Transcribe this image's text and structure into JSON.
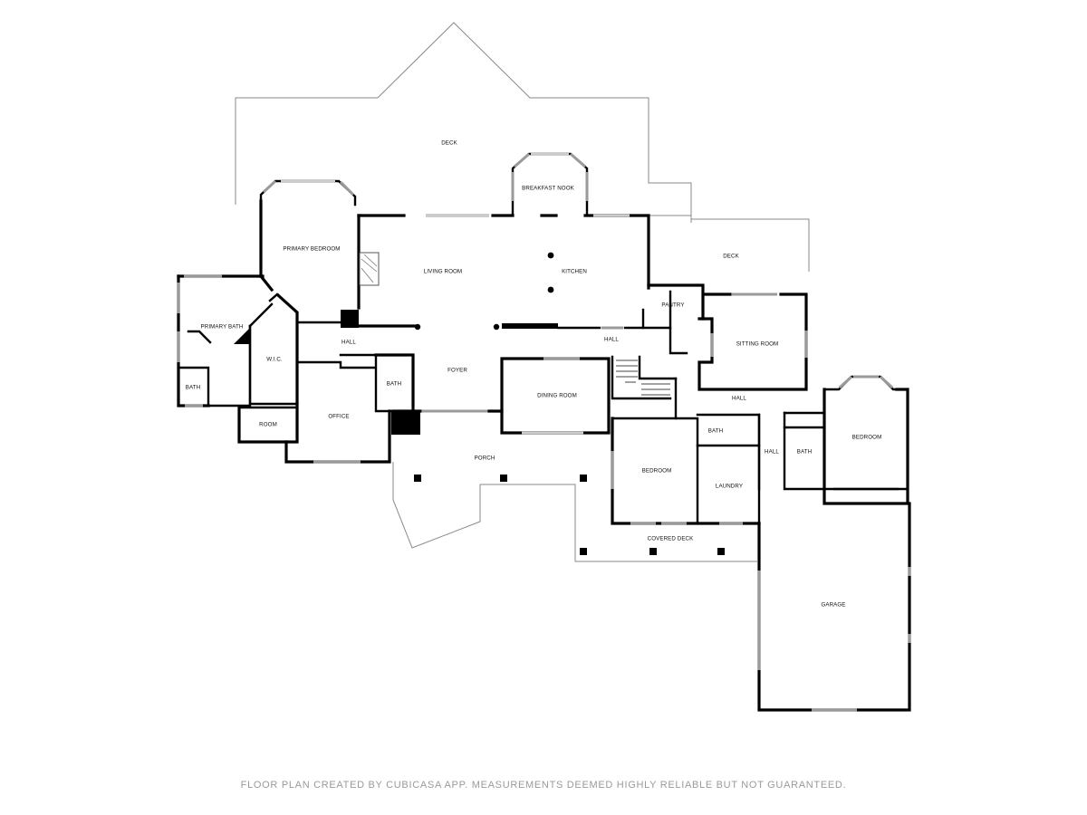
{
  "rooms": {
    "deck_top": "DECK",
    "breakfast_nook": "BREAKFAST NOOK",
    "primary_bedroom": "PRIMARY BEDROOM",
    "living_room": "LIVING ROOM",
    "kitchen": "KITCHEN",
    "deck_right": "DECK",
    "pantry": "PANTRY",
    "primary_bath": "PRIMARY BATH",
    "hall_left": "HALL",
    "hall_center": "HALL",
    "sitting_room": "SITTING ROOM",
    "wic": "W.I.C.",
    "bath_small_left": "BATH",
    "bath_foyer": "BATH",
    "foyer": "FOYER",
    "dining_room": "DINING ROOM",
    "hall_right": "HALL",
    "room": "ROOM",
    "office": "OFFICE",
    "bath_mid": "BATH",
    "bedroom_right": "BEDROOM",
    "hall_vertical": "HALL",
    "bath_right": "BATH",
    "porch": "PORCH",
    "bedroom_mid": "BEDROOM",
    "laundry": "LAUNDRY",
    "covered_deck": "COVERED DECK",
    "garage": "GARAGE"
  },
  "footer": {
    "disclaimer": "FLOOR PLAN CREATED BY CUBICASA APP. MEASUREMENTS DEEMED HIGHLY RELIABLE BUT NOT GUARANTEED."
  },
  "colors": {
    "wall": "#000000",
    "window": "#9a9a9a",
    "outline": "#888888",
    "footer_text": "#9a9a9a",
    "background": "#ffffff"
  }
}
